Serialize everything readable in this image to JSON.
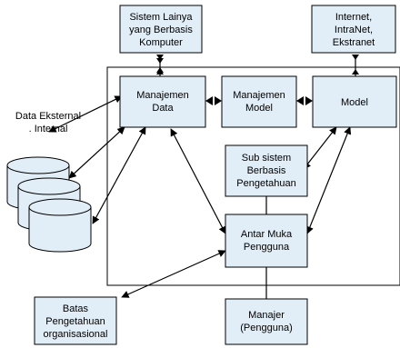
{
  "boxes": {
    "sistem_lain": [
      "Sistem Lainya",
      "yang Berbasis",
      "Komputer"
    ],
    "internet": [
      "Internet,",
      "IntraNet,",
      "Ekstranet"
    ],
    "manajemen_data": [
      "Manajemen",
      "Data"
    ],
    "manajemen_model": [
      "Manajemen",
      "Model"
    ],
    "model": [
      "Model"
    ],
    "sub_sistem": [
      "Sub sistem",
      "Berbasis",
      "Pengetahuan"
    ],
    "antar_muka": [
      "Antar Muka",
      "Pengguna"
    ],
    "batas": [
      "Batas",
      "Pengetahuan",
      "organisasional"
    ],
    "manajer": [
      "Manajer",
      "(Pengguna)"
    ]
  },
  "data_label": [
    "Data Eksternal",
    ". Internal"
  ]
}
